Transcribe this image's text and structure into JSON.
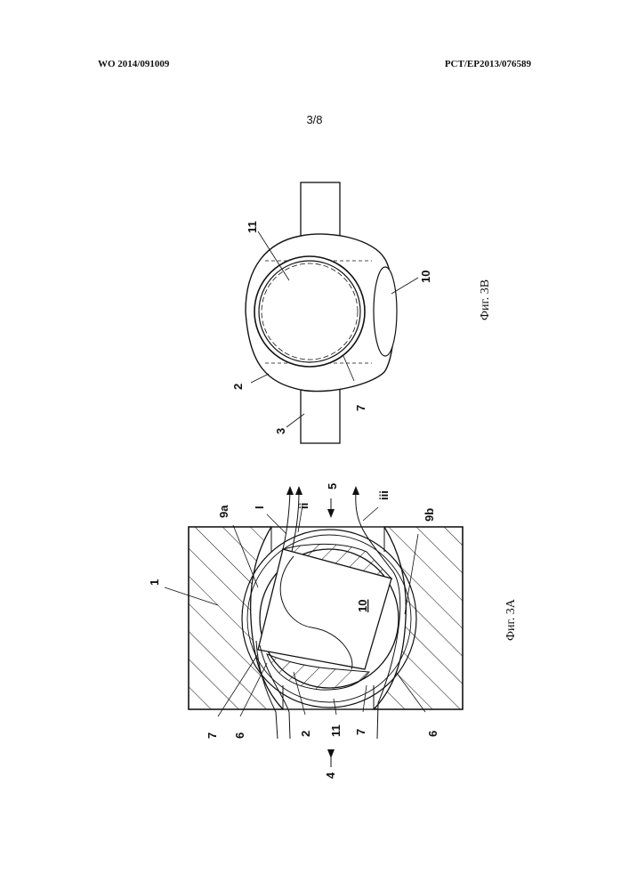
{
  "header": {
    "publication_number": "WO 2014/091009",
    "application_number": "PCT/EP2013/076589",
    "sheet": "3/8"
  },
  "figures": [
    {
      "caption": "Фиг. 3А",
      "labels": [
        "1",
        "9a",
        "I",
        "ii",
        "5",
        "iii",
        "9b",
        "10",
        "7",
        "6",
        "2",
        "11",
        "7",
        "6",
        "4"
      ]
    },
    {
      "caption": "Фиг. 3В",
      "labels": [
        "11",
        "10",
        "2",
        "7",
        "3"
      ]
    }
  ]
}
